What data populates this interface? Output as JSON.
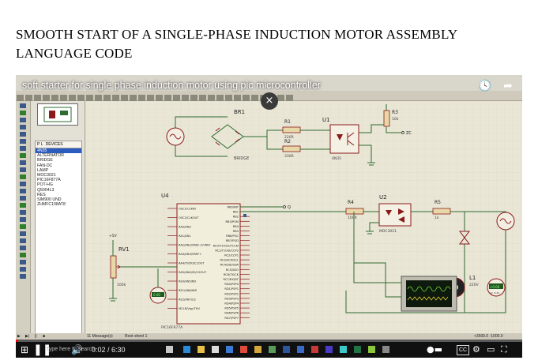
{
  "document": {
    "title_line1": "SMOOTH START OF A SINGLE-PHASE INDUCTION MOTOR ASSEMBLY",
    "title_line2": "LANGUAGE CODE"
  },
  "video": {
    "title": "soft starter for single phase induction motor using pic microcontroller",
    "close_label": "×",
    "icons": [
      "watch-later-icon",
      "share-icon"
    ],
    "time_current": "0:02",
    "time_separator": " / ",
    "time_total": "6:30",
    "progress": 0.005,
    "cc_label": "CC",
    "taskbar_search": "Type here to search"
  },
  "app": {
    "devices_header": "DEVICES",
    "devices_prefix": "P L",
    "devices": [
      "4N35",
      "ALTERNATOR",
      "BRIDGE",
      "FAN-DC",
      "LAMP",
      "MOC3021",
      "PIC16F877A",
      "POT-HG",
      "Q5004L3",
      "RES",
      "SIM900 UND",
      "ZHMFC108AT8"
    ],
    "selected_device": 0,
    "status_messages": "11 Message(s)",
    "status_sheet": "Root sheet 1",
    "status_coords": "+3500.0  -1000.0"
  },
  "schematic": {
    "labels": {
      "br1": "BR1",
      "bridge": "BRIDGE",
      "r1": "R1",
      "r1v": "220R",
      "r2": "R2",
      "r2v": "330R",
      "u1": "U1",
      "u1v": "4N35",
      "r3": "R3",
      "r3v": "10k",
      "zc": "ZC",
      "u4": "U4",
      "u4part": "PIC16F877A",
      "r4": "R4",
      "r4v": "100R",
      "u2": "U2",
      "u2v": "MOC3021",
      "r5": "R5",
      "r5v": "1k",
      "l1": "L1",
      "rv1": "RV1",
      "rv1v": "100k",
      "vcc": "+5V",
      "q": "Q",
      "vm1": "+0.00",
      "vm2": "0.00",
      "vm_unit": "AC Volts",
      "lamp": "220V"
    },
    "pic_pins_left": [
      "OSC1/CLKIN",
      "OSC2/CLKOUT",
      "RA0/AN0",
      "RA1/AN1",
      "RA2/AN2/VREF-/CVREF",
      "RA3/AN3/VREF+",
      "RA4/T0CKI/C1OUT",
      "RA5/AN4/SS/C2OUT",
      "RE0/AN5/RD",
      "RE1/AN6/WR",
      "RE2/AN7/CS",
      "MCLR/Vpp/THV"
    ],
    "pic_pins_right": [
      "RB0/INT",
      "RB1",
      "RB2",
      "RB3/PGM",
      "RB4",
      "RB5",
      "RB6/PGC",
      "RB7/PGD",
      "RC0/T1OSO/T1CKI",
      "RC1/T1OSI/CCP2",
      "RC2/CCP1",
      "RC3/SCK/SCL",
      "RC4/SDI/SDA",
      "RC5/SDO",
      "RC6/TX/CK",
      "RC7/RX/DT",
      "RD0/PSP0",
      "RD1/PSP1",
      "RD2/PSP2",
      "RD3/PSP3",
      "RD4/PSP4",
      "RD5/PSP5",
      "RD6/PSP6",
      "RD7/PSP7"
    ]
  },
  "colors": {
    "wire": "#2e6b2e",
    "component": "#8b1a1a",
    "canvas": "#e9e6d6",
    "grid": "#dcd8c4",
    "progress": "#ff0000"
  }
}
